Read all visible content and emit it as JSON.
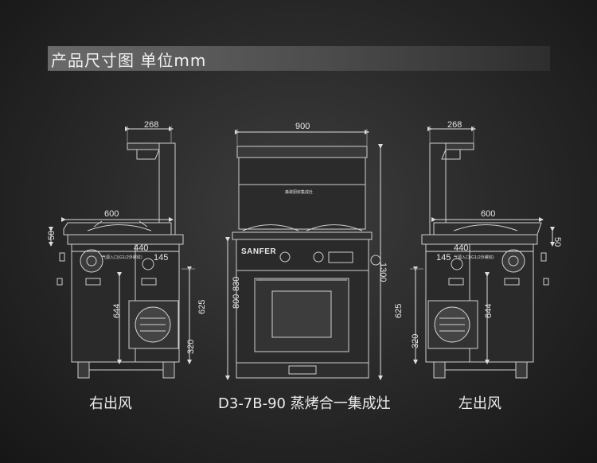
{
  "header": {
    "title": "产品尺寸图  单位mm"
  },
  "right_view": {
    "caption": "右出风",
    "dims": {
      "top_width": "268",
      "hob_width": "600",
      "body_depth": "440",
      "outlet_offset": "145",
      "body_height": "644",
      "outlet_height": "625",
      "outlet_bottom": "320",
      "panel_thickness": "50"
    },
    "gas_label": "气源入口(G1/2外螺纹)"
  },
  "front_view": {
    "caption": "D3-7B-90 蒸烤合一集成灶",
    "dims": {
      "width": "900",
      "total_height": "1300",
      "counter_height": "800-830"
    },
    "brand": "SANFER",
    "hood_label": "森歌厨房集成灶"
  },
  "left_view": {
    "caption": "左出风",
    "dims": {
      "top_width": "268",
      "hob_width": "600",
      "body_depth": "440",
      "outlet_offset": "145",
      "body_height": "644",
      "outlet_height": "625",
      "outlet_bottom": "320",
      "panel_thickness": "50"
    },
    "gas_label": "气源入口(G1/2外螺纹)"
  }
}
